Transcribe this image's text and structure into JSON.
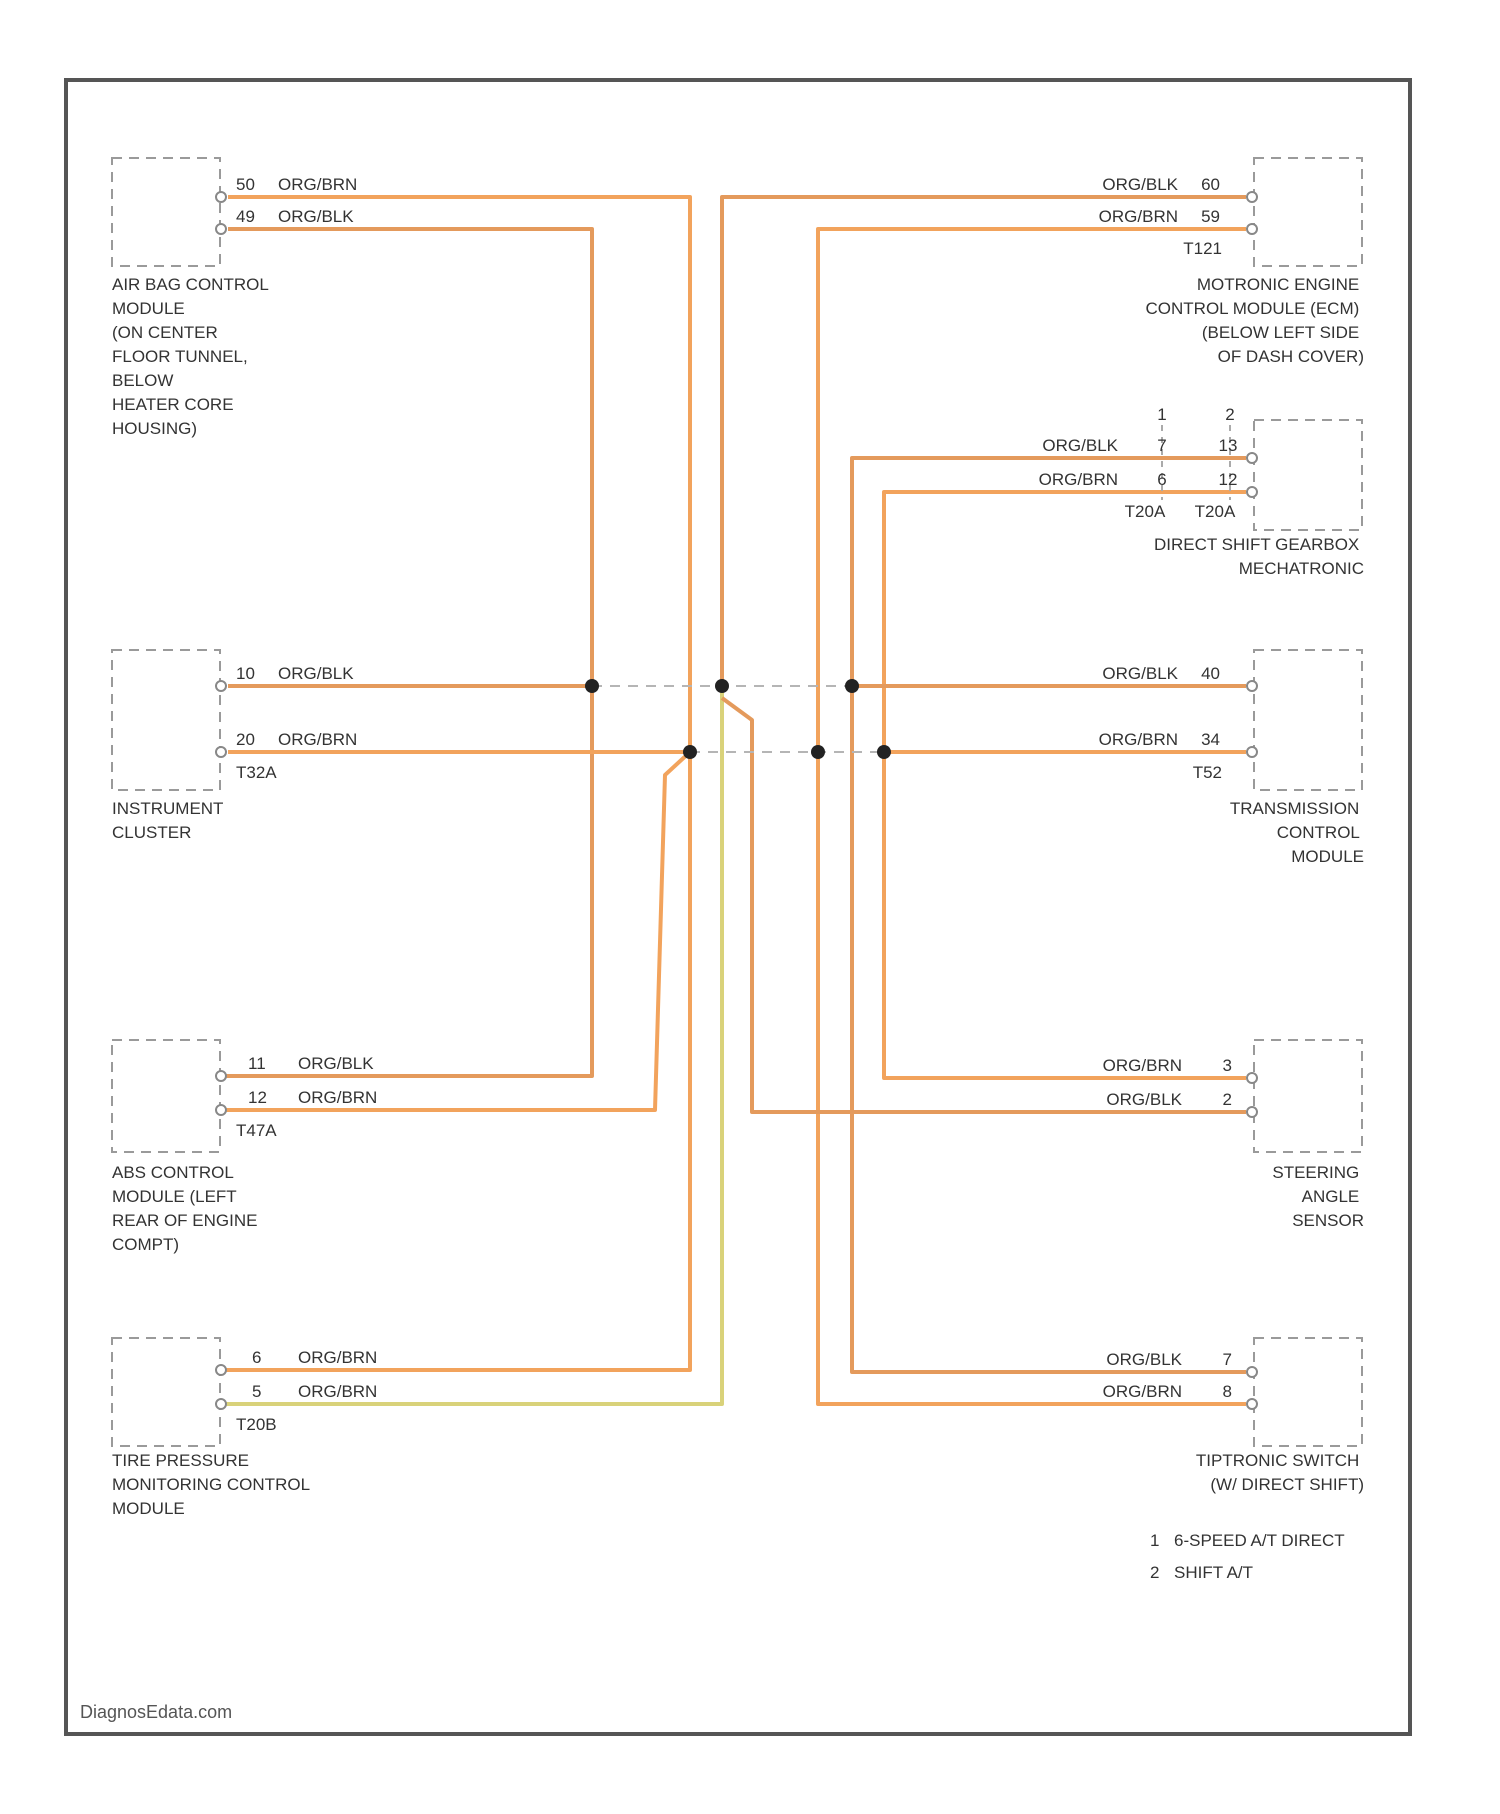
{
  "colors": {
    "wire_org_brn": "#f2a35c",
    "wire_org_blk": "#e49a5c",
    "wire_yel": "#d9d27a",
    "frame": "#555555",
    "component": "#9a9a9a",
    "text": "#333333"
  },
  "components": {
    "airbag": [
      "AIR BAG CONTROL",
      "MODULE",
      "(ON CENTER",
      "FLOOR TUNNEL,",
      "BELOW",
      "HEATER CORE",
      "HOUSING)"
    ],
    "cluster": [
      "INSTRUMENT",
      "CLUSTER"
    ],
    "abs": [
      "ABS CONTROL",
      "MODULE (LEFT",
      "REAR OF ENGINE",
      "COMPT)"
    ],
    "tpms": [
      "TIRE PRESSURE",
      "MONITORING CONTROL",
      "MODULE"
    ],
    "ecm": [
      "MOTRONIC ENGINE",
      "CONTROL MODULE (ECM)",
      "(BELOW LEFT SIDE",
      "OF DASH COVER)"
    ],
    "dsg": [
      "DIRECT SHIFT GEARBOX",
      "MECHATRONIC"
    ],
    "tcm": [
      "TRANSMISSION",
      "CONTROL",
      "MODULE"
    ],
    "sas": [
      "STEERING",
      "ANGLE",
      "SENSOR"
    ],
    "tip": [
      "TIPTRONIC SWITCH",
      "(W/ DIRECT SHIFT)"
    ]
  },
  "wires": {
    "airbag_a": {
      "pin": "50",
      "color": "ORG/BRN"
    },
    "airbag_b": {
      "pin": "49",
      "color": "ORG/BLK"
    },
    "cluster_a": {
      "pin": "10",
      "color": "ORG/BLK"
    },
    "cluster_b": {
      "pin": "20",
      "color": "ORG/BRN"
    },
    "abs_a": {
      "pin": "11",
      "color": "ORG/BLK"
    },
    "abs_b": {
      "pin": "12",
      "color": "ORG/BRN"
    },
    "tpms_a": {
      "pin": "6",
      "color": "ORG/BRN"
    },
    "tpms_b": {
      "pin": "5",
      "color": "ORG/BRN"
    },
    "ecm_a": {
      "pin": "60",
      "color": "ORG/BLK"
    },
    "ecm_b": {
      "pin": "59",
      "color": "ORG/BRN"
    },
    "dsg_a": {
      "pin1": "7",
      "pin2": "13",
      "color": "ORG/BLK"
    },
    "dsg_b": {
      "pin1": "6",
      "pin2": "12",
      "color": "ORG/BRN"
    },
    "tcm_a": {
      "pin": "40",
      "color": "ORG/BLK"
    },
    "tcm_b": {
      "pin": "34",
      "color": "ORG/BRN"
    },
    "sas_a": {
      "pin": "3",
      "color": "ORG/BRN"
    },
    "sas_b": {
      "pin": "2",
      "color": "ORG/BLK"
    },
    "tip_a": {
      "pin": "7",
      "color": "ORG/BLK"
    },
    "tip_b": {
      "pin": "8",
      "color": "ORG/BRN"
    }
  },
  "connectors": {
    "cluster": "T32A",
    "abs": "T47A",
    "tpms": "T20B",
    "ecm": "T121",
    "dsg_1": "T20A",
    "dsg_2": "T20A",
    "tcm": "T52"
  },
  "variant_headers": {
    "col1": "1",
    "col2": "2"
  },
  "notes": [
    {
      "num": "1",
      "text": "6-SPEED A/T DIRECT"
    },
    {
      "num": "2",
      "text": "SHIFT A/T"
    }
  ],
  "watermark": "DiagnosEdata.com"
}
